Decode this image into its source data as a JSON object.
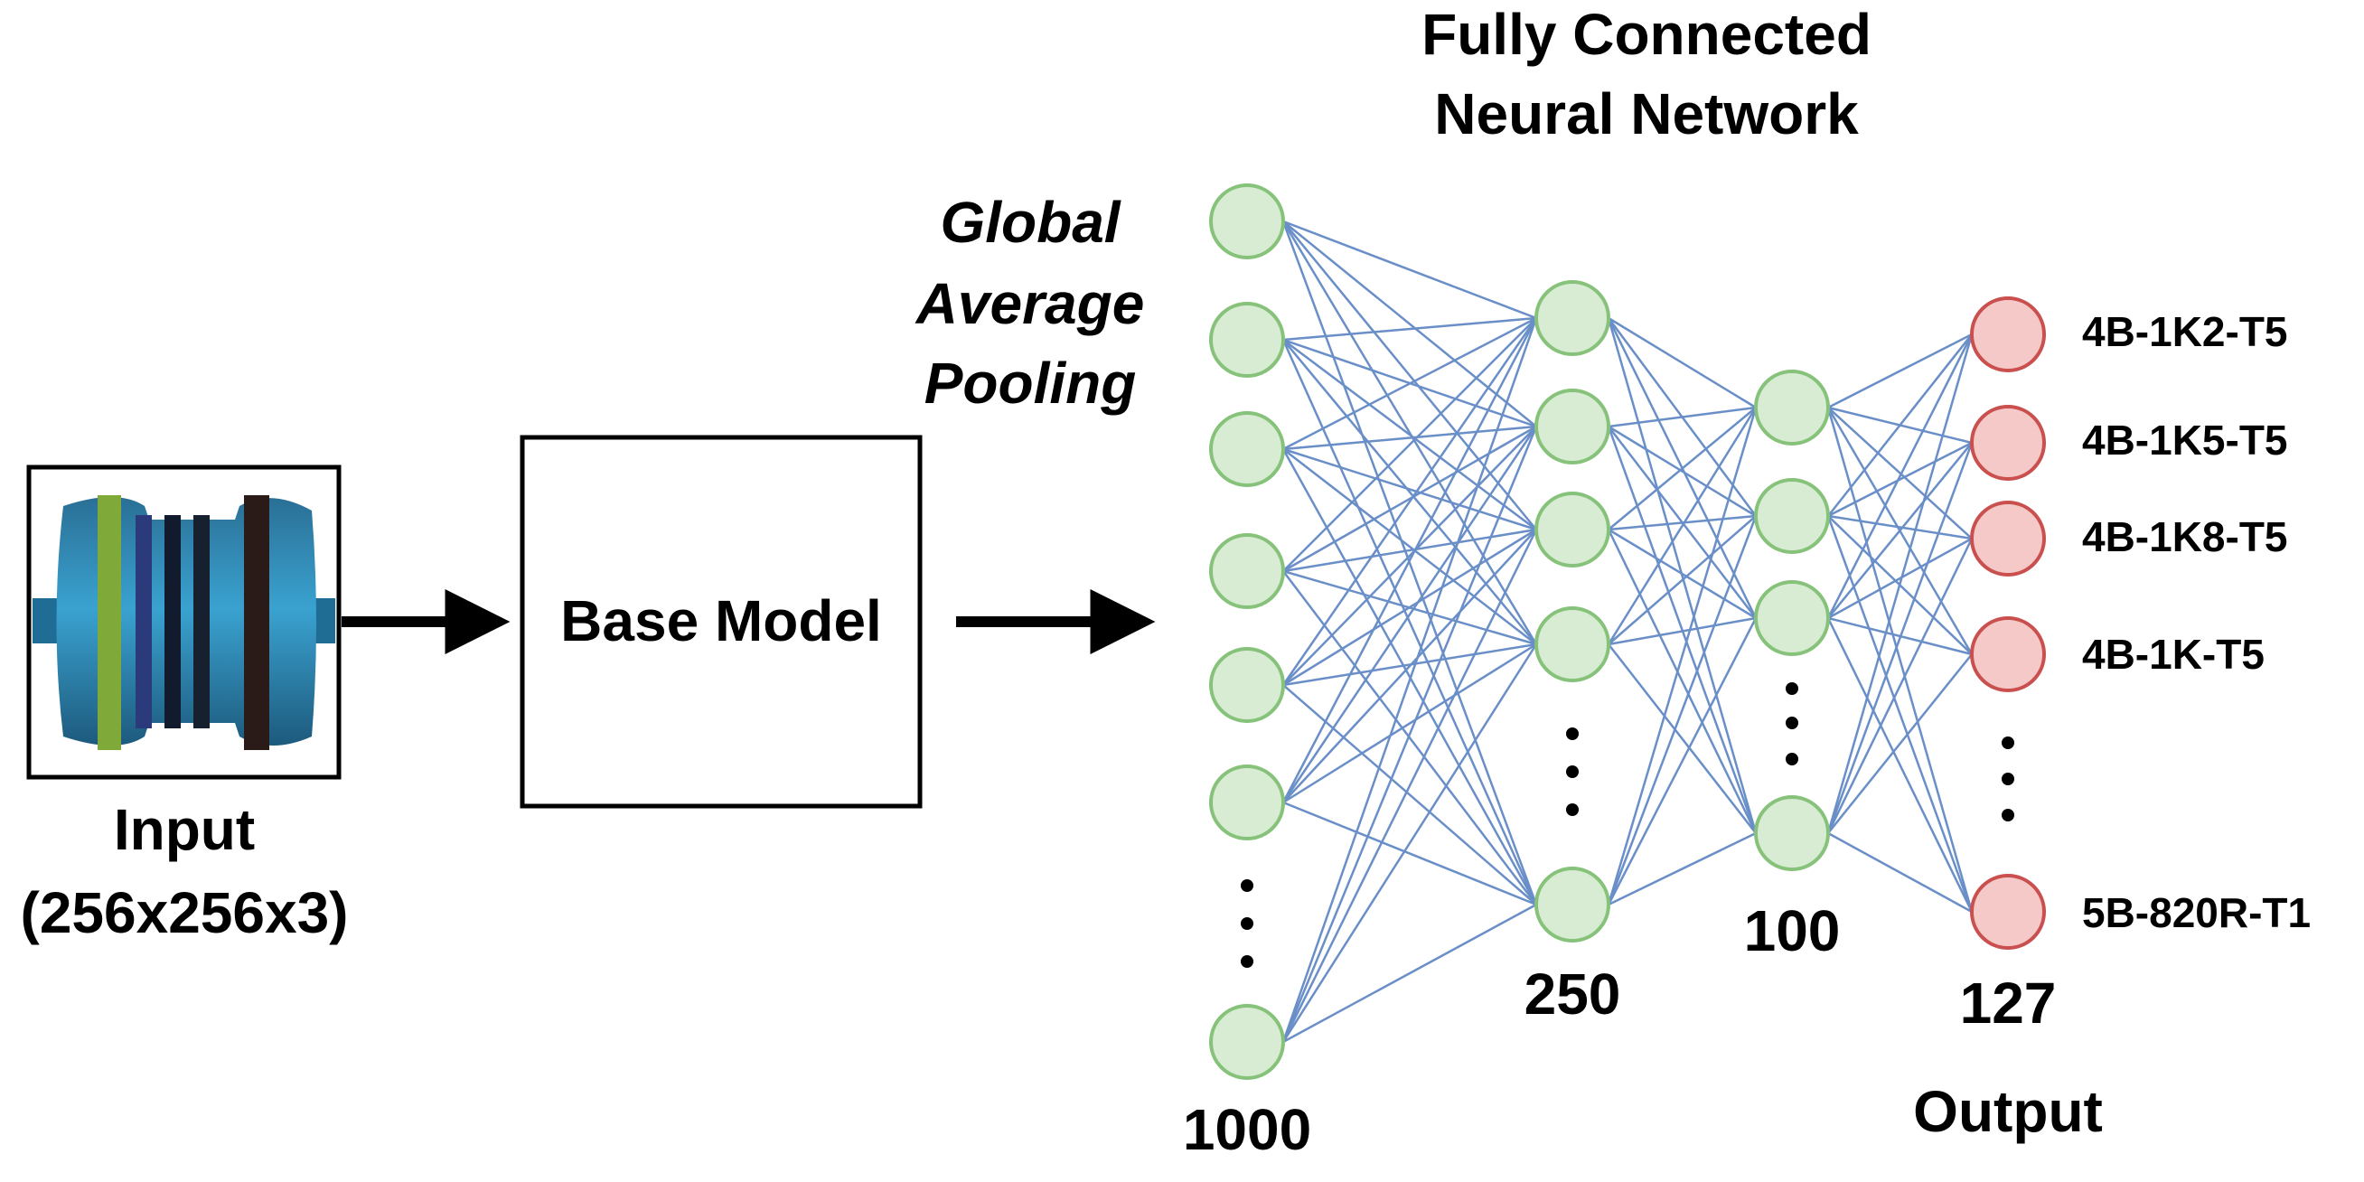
{
  "title": {
    "line1": "Fully Connected",
    "line2": "Neural Network"
  },
  "input": {
    "label": "Input",
    "size": "(256x256x3)"
  },
  "base_model": {
    "label": "Base Model"
  },
  "pooling": {
    "line1": "Global",
    "line2": "Average",
    "line3": "Pooling"
  },
  "layers": [
    {
      "name": "input-layer",
      "count_label": "1000",
      "color": "#d7ecd2",
      "stroke": "#86c27a"
    },
    {
      "name": "hidden-layer-1",
      "count_label": "250",
      "color": "#d7ecd2",
      "stroke": "#86c27a"
    },
    {
      "name": "hidden-layer-2",
      "count_label": "100",
      "color": "#d7ecd2",
      "stroke": "#86c27a"
    },
    {
      "name": "output-layer",
      "count_label": "127",
      "color": "#f6c9c9",
      "stroke": "#c9504f"
    }
  ],
  "output": {
    "label": "Output",
    "classes": [
      "4B-1K2-T5",
      "4B-1K5-T5",
      "4B-1K8-T5",
      "4B-1K-T5",
      "5B-820R-T1"
    ]
  },
  "colors": {
    "connection": "#6a8fc8",
    "resistor_body": "#2b8fbf"
  }
}
